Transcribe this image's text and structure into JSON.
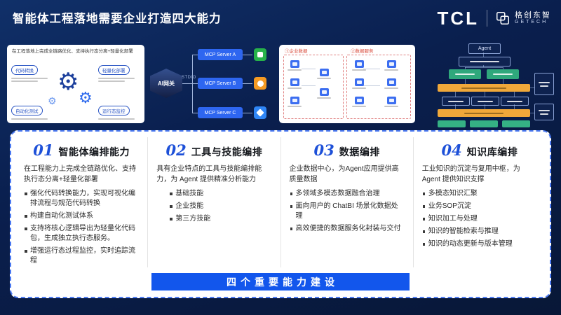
{
  "header": {
    "title": "智能体工程落地需要企业打造四大能力",
    "brand_tcl": "TCL",
    "brand_getech_cn": "格创东智",
    "brand_getech_en": "GETECH"
  },
  "diagrams": {
    "engineering": {
      "caption": "在工程落地上完成全链路优化、支持执行态分离+轻量化部署",
      "chips": [
        "代码转换",
        "轻量化部署",
        "自动化测试",
        "运行态监控"
      ]
    },
    "mcp": {
      "gateway": "AI网关",
      "protocol": "STDIO",
      "servers": [
        "MCP Server A",
        "MCP Server B",
        "MCP Server C"
      ]
    },
    "data_flow": {
      "label_a": "①企业数据",
      "label_b": "②数据服务"
    },
    "agent_flow": {
      "top_node": "Agent"
    }
  },
  "columns": [
    {
      "num": "01",
      "name": "智能体编排能力",
      "para": "在工程能力上完成全链路优化、支持执行态分离+轻量化部署",
      "bullets": [
        "强化代码转换能力，实现可视化编排流程与规范代码转换",
        "构建自动化测试体系",
        "支持将核心逻辑导出为轻量化代码包，生成独立执行态服务。",
        "增强运行态过程监控，实时追踪流程"
      ]
    },
    {
      "num": "02",
      "name": "工具与技能编排",
      "para": "具有企业特点的工具与技能编排能力，为 Agent 提供精准分析能力",
      "bullets": [
        "基础技能",
        "企业技能",
        "第三方技能"
      ]
    },
    {
      "num": "03",
      "name": "数据编排",
      "para": "企业数据中心，为Agent应用提供高质量数据",
      "bullets": [
        "多领域多模态数据融合治理",
        "面向用户的 ChatBI 场景化数据处理",
        "高效便捷的数据服务化封装与交付"
      ]
    },
    {
      "num": "04",
      "name": "知识库编排",
      "para": "工业知识的沉淀与复用中枢，为 Agent 提供知识支撑",
      "bullets": [
        "多模态知识汇聚",
        "业务SOP沉淀",
        "知识加工与处理",
        "知识的智能检索与推理",
        "知识的动态更新与版本管理"
      ]
    }
  ],
  "banner": "四个重要能力建设",
  "colors": {
    "accent_blue": "#1d50d8",
    "banner_blue": "#1256ec",
    "background_navy": "#0a1f4e",
    "mcp_box_blue": "#2e66f0",
    "flow_green": "#2fa87c",
    "flow_orange": "#f0a83a"
  }
}
